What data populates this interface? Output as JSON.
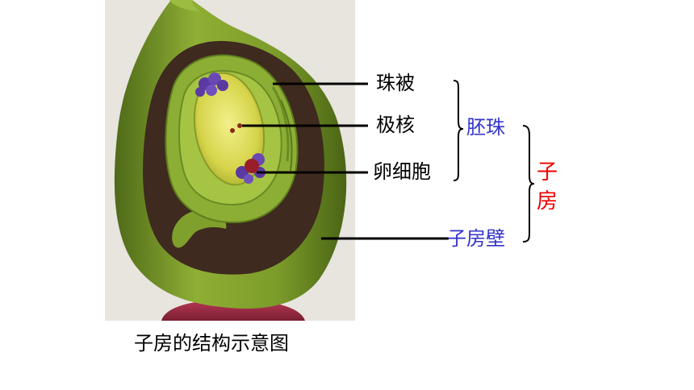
{
  "colors": {
    "label_black": "#000000",
    "label_blue": "#3333cc",
    "label_red": "#ee0000",
    "ovary_wall": "#7a9a28",
    "ovary_cavity": "#3e2a1e",
    "embryo_sac": "#d8d850",
    "nucleus": "#8b2a1a",
    "egg_cluster": "#5a3aa0",
    "receptacle": "#9c2a40"
  },
  "labels": {
    "integument": "珠被",
    "polar_nuclei": "极核",
    "egg_cell": "卵细胞",
    "ovule": "胚珠",
    "ovary_wall": "子房壁",
    "ovary_char1": "子",
    "ovary_char2": "房"
  },
  "caption": "子房的结构示意图"
}
